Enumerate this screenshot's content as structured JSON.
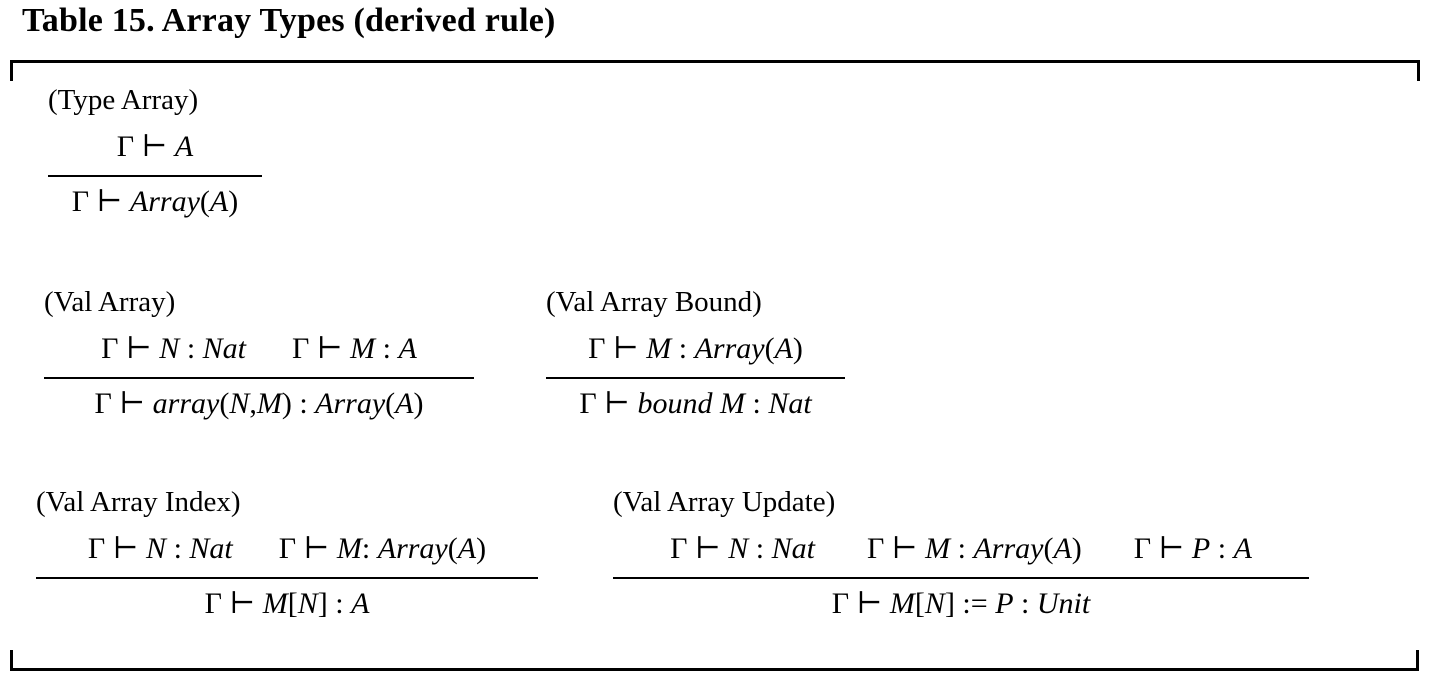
{
  "title": "Table 15. Array Types (derived rule)",
  "ink_color": "#000000",
  "background_color": "#ffffff",
  "rules": [
    {
      "label": "(Type Array)",
      "premises": [
        "Γ ⊢ *A*"
      ],
      "conclusion": "Γ ⊢ *Array*(*A*)"
    },
    {
      "label": "(Val Array)",
      "premises": [
        "Γ ⊢ *N* : *Nat*",
        "Γ ⊢ *M* : *A*"
      ],
      "conclusion": "Γ ⊢ *array*(*N*,*M*) : *Array*(*A*)"
    },
    {
      "label": "(Val Array Bound)",
      "premises": [
        "Γ ⊢ *M* : *Array*(*A*)"
      ],
      "conclusion": "Γ ⊢ *bound M* : *Nat*"
    },
    {
      "label": "(Val Array Index)",
      "premises": [
        "Γ ⊢ *N* : *Nat*",
        "Γ ⊢ *M*: *Array*(*A*)"
      ],
      "conclusion": "Γ ⊢ *M*[*N*] : *A*"
    },
    {
      "label": "(Val Array Update)",
      "premises": [
        "Γ ⊢ *N* : *Nat*",
        "Γ ⊢ *M* : *Array*(*A*)",
        "Γ ⊢ *P* : *A*"
      ],
      "conclusion": "Γ ⊢ *M*[*N*] := *P* : *Unit*"
    }
  ]
}
